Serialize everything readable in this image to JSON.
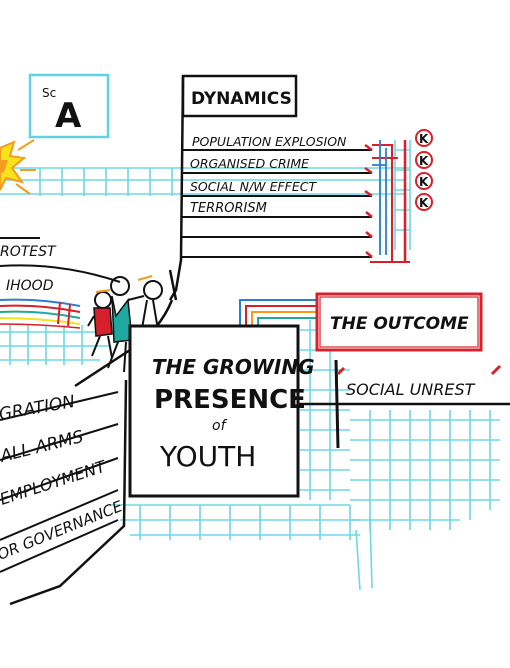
{
  "scenario_box": {
    "superscript": "Sc",
    "letter": "A"
  },
  "dynamics": {
    "title": "DYNAMICS",
    "items": [
      "POPULATION EXPLOSION",
      "ORGANISED CRIME",
      "SOCIAL N/W EFFECT",
      "TERRORISM"
    ],
    "marker_letter": "K"
  },
  "left_labels": {
    "protest": "ROTEST",
    "hood": "IHOOD"
  },
  "center_box": {
    "line1": "THE GROWING",
    "line2": "PRESENCE",
    "line3": "of",
    "line4": "YOUTH"
  },
  "outcome": {
    "title": "THE OUTCOME",
    "item": "SOCIAL UNREST"
  },
  "drivers": [
    "GRATION",
    "ALL ARMS",
    "EMPLOYMENT",
    "OR GOVERNANCE"
  ],
  "colors": {
    "ink": "#111111",
    "grid": "#5fd3e3",
    "red": "#d8202a",
    "blue": "#2a7fd4",
    "yellow": "#f7e21b",
    "orange": "#f39c1e",
    "teal": "#1fa8a0"
  }
}
